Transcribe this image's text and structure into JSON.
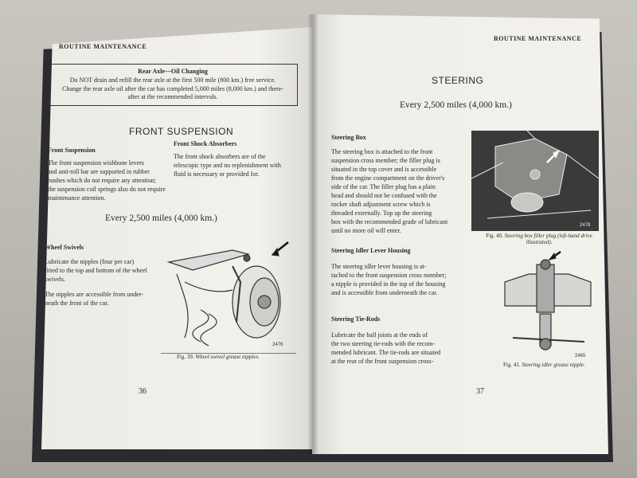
{
  "left_page": {
    "running_head": "ROUTINE MAINTENANCE",
    "notice": {
      "title": "Rear Axle—Oil Changing",
      "lines": [
        "Do NOT drain and refill the rear axle at the first 500 mile (800 km.) free service.",
        "Change the rear axle oil after the car has completed 5,000 miles (8,000 km.) and there-",
        "after at the recommended intervals."
      ]
    },
    "section_title": "FRONT SUSPENSION",
    "col1_heading": "Front Suspension",
    "col1_lines": [
      "The front suspension wishbone levers",
      "and anti-roll bar are supported in rubber",
      "bushes which do not require any attention;",
      "the suspension coil springs also do not require",
      "maintenance attention."
    ],
    "col2_heading": "Front Shock Absorbers",
    "col2_lines": [
      "The front shock absorbers are of the",
      "telescopic type and no replenishment with",
      "fluid is necessary or provided for."
    ],
    "interval": "Every 2,500 miles (4,000 km.)",
    "swivels_heading": "Wheel Swivels",
    "swivels_para1": [
      "Lubricate the nipples (four per car)",
      "fitted to the top and bottom of the wheel",
      "swivels."
    ],
    "swivels_para2": [
      "The nipples are accessible from under-",
      "neath the front of the car."
    ],
    "figure_number": "2476",
    "caption_prefix": "Fig. 39.",
    "caption_text": "Wheel swivel grease nipples.",
    "page_number": "36"
  },
  "right_page": {
    "running_head": "ROUTINE MAINTENANCE",
    "section_title": "STEERING",
    "interval": "Every 2,500 miles (4,000 km.)",
    "box_heading": "Steering Box",
    "box_lines": [
      "The steering box is attached to the front",
      "suspension cross member; the filler plug is",
      "situated in the top cover and is accessible",
      "from the engine compartment on the driver's",
      "side of the car. The filler plug has a plain",
      "head and should not be confused with the",
      "rocker shaft adjustment screw which is",
      "threaded externally. Top up the steering",
      "box with the recommended grade of lubricant",
      "until no more oil will enter."
    ],
    "fig40_number": "2478",
    "fig40_prefix": "Fig. 40.",
    "fig40_text": "Steering box filler plug (left-hand drive",
    "fig40_text2": "illustrated).",
    "idler_heading": "Steering Idler Lever Housing",
    "idler_lines": [
      "The steering idler lever housing is at-",
      "tached to the front suspension cross member;",
      "a nipple is provided in the top of the housing",
      "and is accessible from underneath the car."
    ],
    "fig41_number": "2465",
    "tierods_heading": "Steering Tie-Rods",
    "tierods_lines": [
      "Lubricate the ball joints at the ends of",
      "the two steering tie-rods with the recom-",
      "mended lubricant. The tie-rods are situated",
      "at the rear of the front suspension cross-"
    ],
    "fig41_prefix": "Fig. 41.",
    "fig41_text": "Steering idler grease nipple.",
    "page_number": "37"
  }
}
